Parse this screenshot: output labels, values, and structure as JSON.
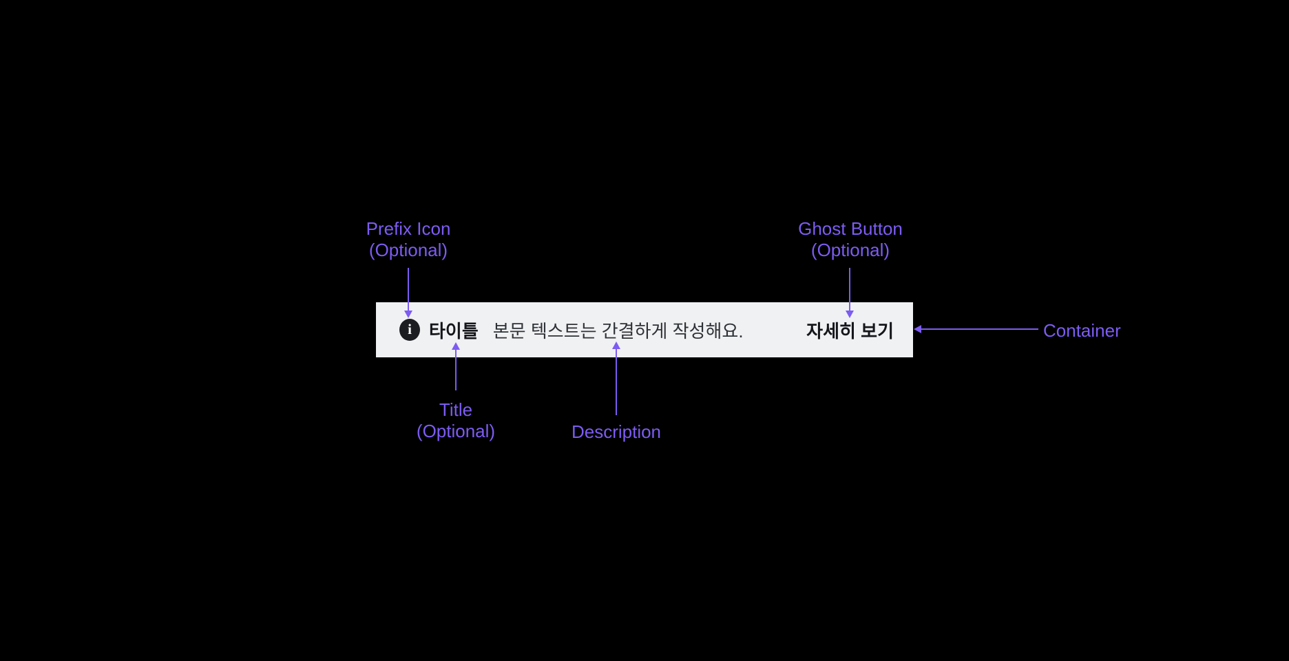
{
  "banner": {
    "icon_glyph": "i",
    "title": "타이틀",
    "description": "본문 텍스트는 간결하게 작성해요.",
    "ghost_button_label": "자세히 보기",
    "colors": {
      "container_background": "#F0F1F3",
      "icon_background": "#1B1D21",
      "icon_glyph_color": "#FFFFFF",
      "title_text": "#15161A",
      "description_text": "#2E3135",
      "ghost_button_text": "#15161A"
    }
  },
  "annotations": {
    "accent_color": "#7C5CF2",
    "background_color": "#000000",
    "prefix_icon": {
      "line1": "Prefix Icon",
      "line2": "(Optional)"
    },
    "ghost_button": {
      "line1": "Ghost Button",
      "line2": "(Optional)"
    },
    "title": {
      "line1": "Title",
      "line2": "(Optional)"
    },
    "description": {
      "label": "Description"
    },
    "container": {
      "label": "Container"
    }
  }
}
